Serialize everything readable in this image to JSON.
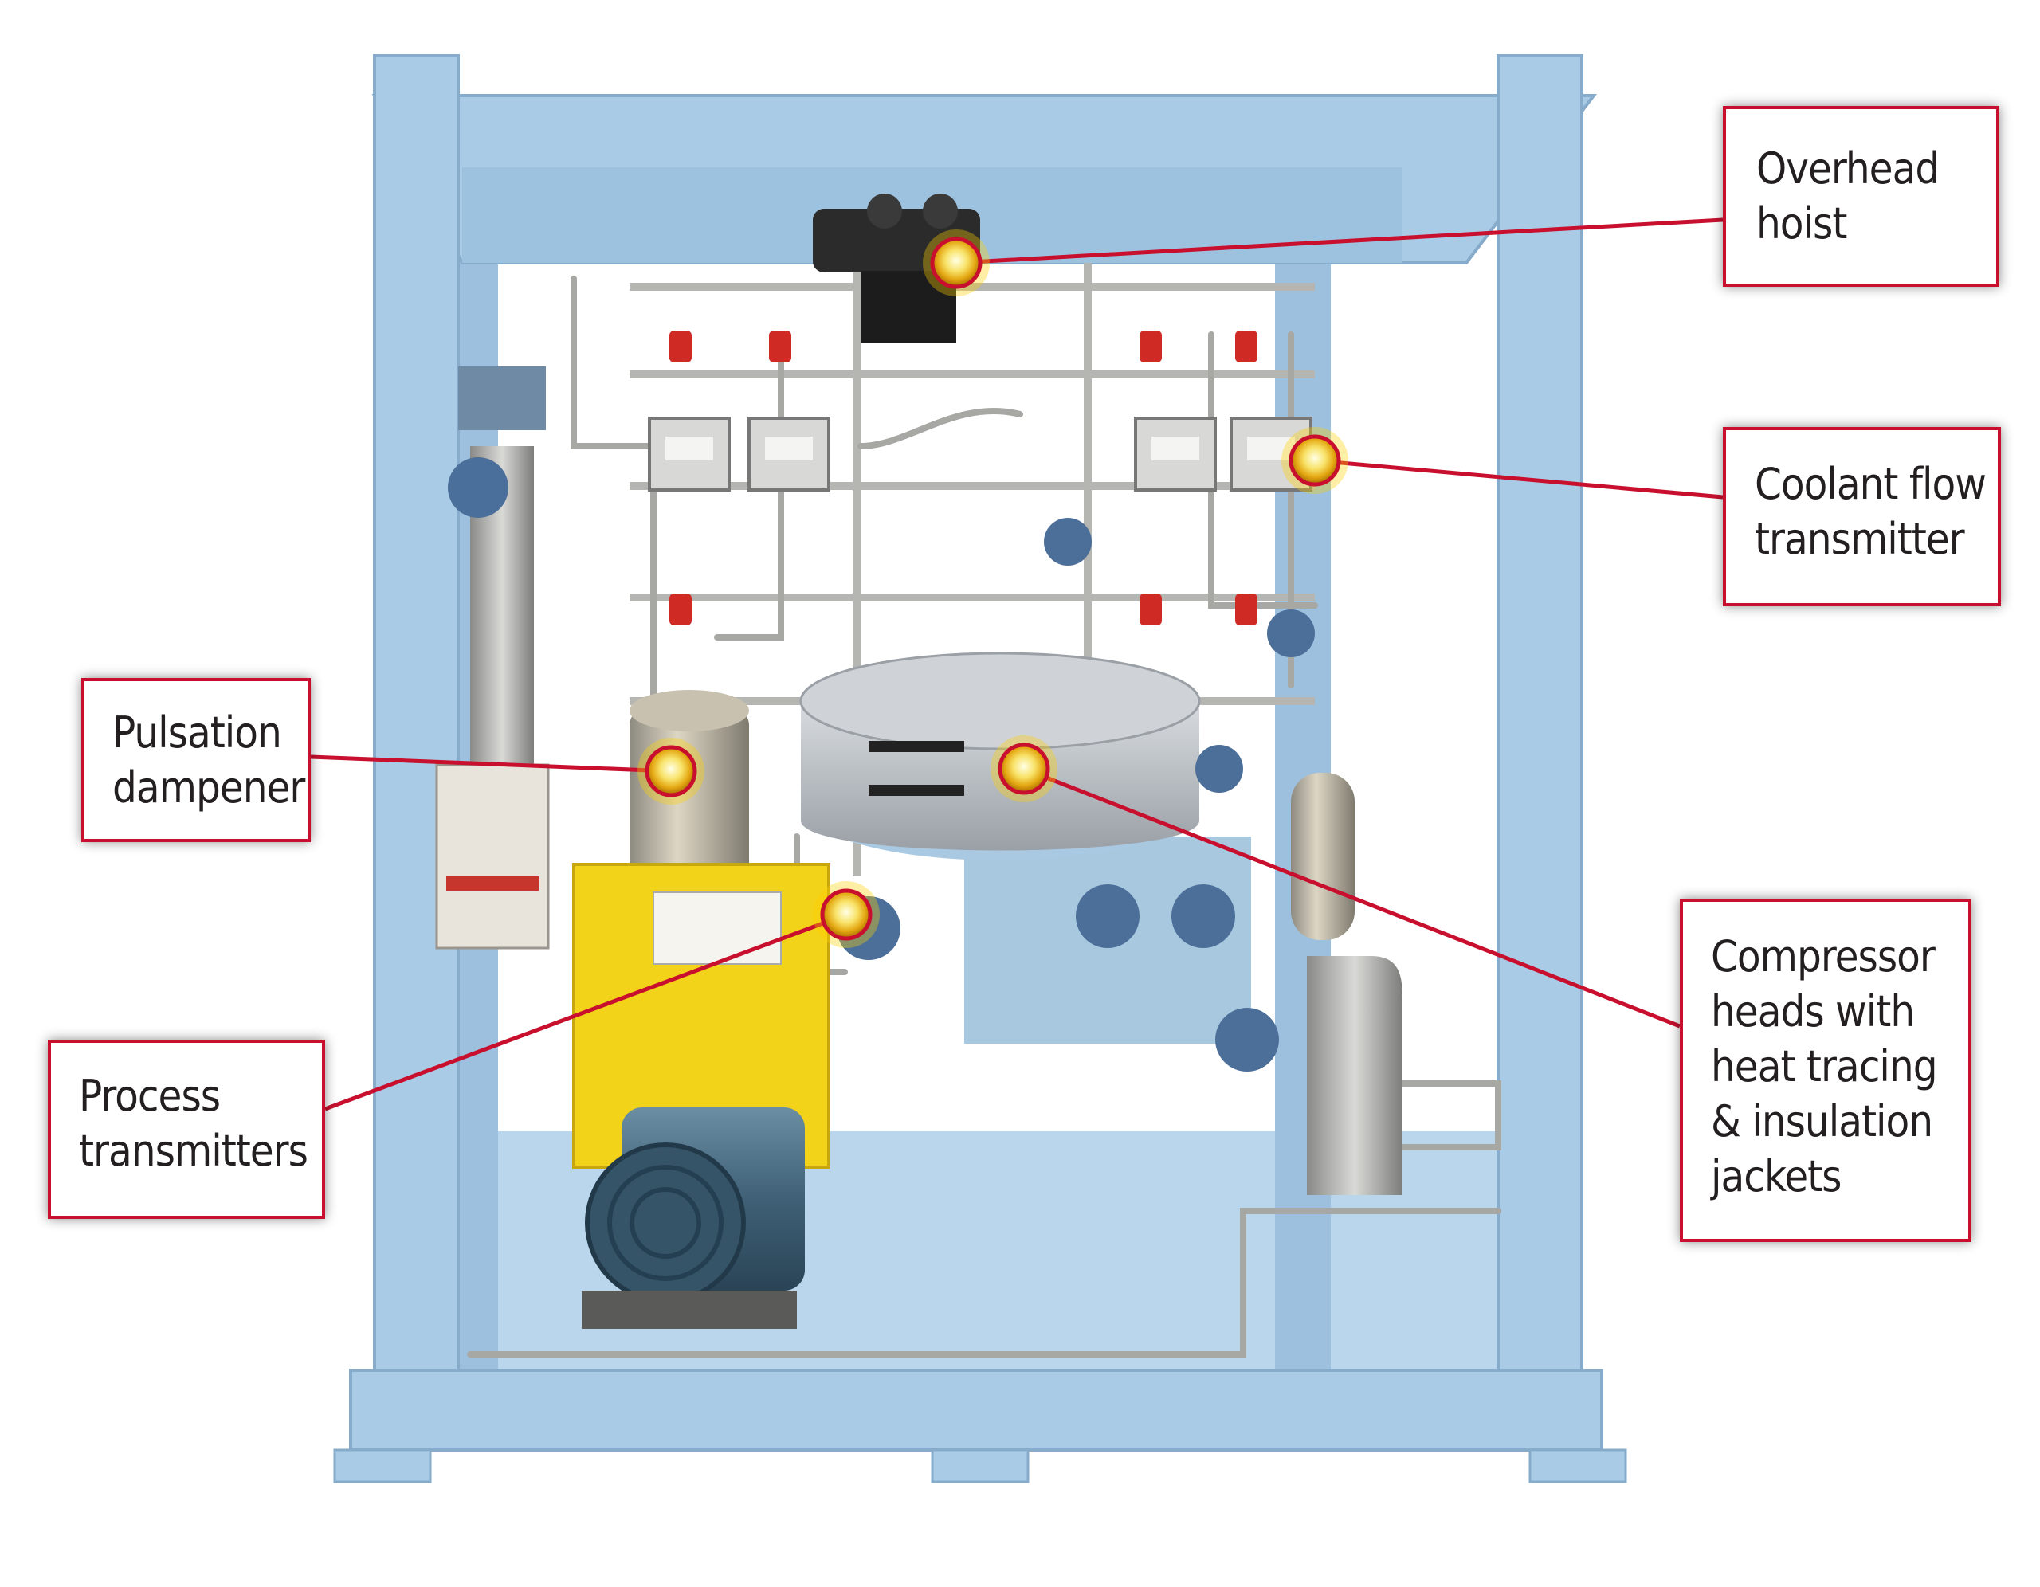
{
  "callouts": {
    "overhead_hoist": {
      "lines": [
        "Overhead",
        "hoist"
      ]
    },
    "coolant_flow_transmitter": {
      "lines": [
        "Coolant flow",
        "transmitter"
      ]
    },
    "pulsation_dampener": {
      "lines": [
        "Pulsation",
        "dampener"
      ]
    },
    "compressor_heads": {
      "lines": [
        "Compressor",
        "heads with",
        "heat tracing",
        "& insulation",
        "jackets"
      ]
    },
    "process_transmitters": {
      "lines": [
        "Process",
        "transmitters"
      ]
    }
  },
  "colors": {
    "frame_blue": "#a9cbe6",
    "callout_red": "#c8102e",
    "housing_yellow": "#f3d21a",
    "motor_steel": "#4a6f86",
    "insulation_gray": "#b9bec4",
    "text_dark": "#231f20"
  }
}
